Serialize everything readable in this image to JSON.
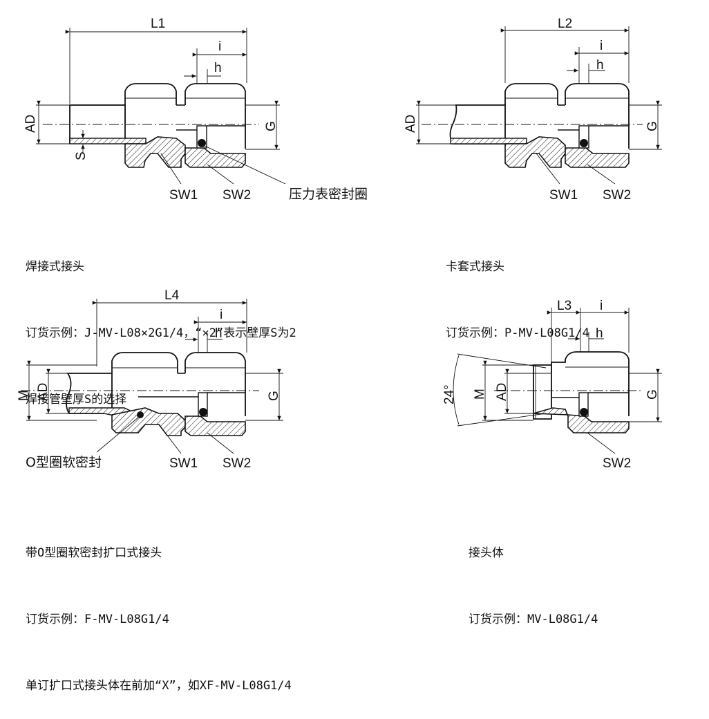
{
  "figures": [
    {
      "id": "welded",
      "dims": {
        "length": "L1",
        "i": "i",
        "h": "h",
        "ad": "AD",
        "s": "S",
        "g": "G"
      },
      "parts": {
        "sw1": "SW1",
        "sw2": "SW2",
        "seal": "压力表密封圈"
      },
      "caption": [
        "焊接式接头",
        "订货示例：J-MV-L08×2G1/4，“×2”表示壁厚S为2",
        "焊接管壁厚S的选择"
      ]
    },
    {
      "id": "ferrule",
      "dims": {
        "length": "L2",
        "i": "i",
        "h": "h",
        "ad": "AD",
        "g": "G"
      },
      "parts": {
        "sw1": "SW1",
        "sw2": "SW2"
      },
      "caption": [
        "卡套式接头",
        "订货示例：P-MV-L08G1/4"
      ]
    },
    {
      "id": "flared",
      "dims": {
        "length": "L4",
        "i": "i",
        "h": "h",
        "m": "M",
        "ad": "AD",
        "g": "G"
      },
      "parts": {
        "sw1": "SW1",
        "sw2": "SW2",
        "seal": "O型圈软密封"
      },
      "caption": [
        "带O型圈软密封扩口式接头",
        "订货示例：F-MV-L08G1/4",
        "单订扩口式接头体在前加“X”，如XF-MV-L08G1/4"
      ]
    },
    {
      "id": "body",
      "dims": {
        "length": "L3",
        "i": "i",
        "h": "h",
        "angle": "24°",
        "m": "M",
        "ad": "AD",
        "g": "G"
      },
      "parts": {
        "sw2": "SW2"
      },
      "caption": [
        "接头体",
        "订货示例：MV-L08G1/4"
      ]
    }
  ]
}
